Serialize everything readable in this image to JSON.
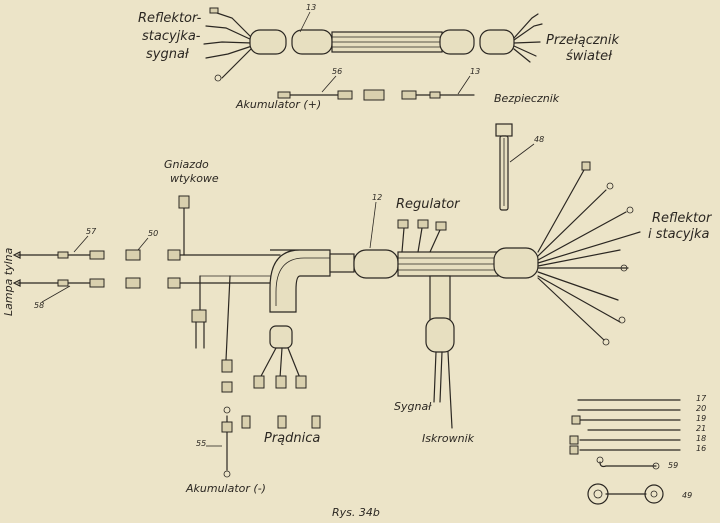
{
  "labels": {
    "reflektor_stacyjka_sygnal": [
      "Reflektor-",
      "stacyjka-",
      "sygnał"
    ],
    "przelacznik_swiatel": [
      "Przełącznik",
      "świateł"
    ],
    "akumulator_plus": "Akumulator (+)",
    "bezpiecznik": "Bezpiecznik",
    "gniazdo_wtykowe": [
      "Gniazdo",
      "wtykowe"
    ],
    "regulator": "Regulator",
    "reflektor_stacyjka": [
      "Reflektor",
      "i stacyjka"
    ],
    "lampa_tylna": "Lampa tylna",
    "pradnica": "Prądnica",
    "sygnal": "Sygnał",
    "iskrownik": "Iskrownik",
    "akumulator_minus": "Akumulator (-)",
    "caption": "Rys. 34b"
  },
  "part_numbers": {
    "p13a": "13",
    "p56": "56",
    "p13b": "13",
    "p48": "48",
    "p12": "12",
    "p57": "57",
    "p50": "50",
    "p58": "58",
    "p55": "55",
    "p17": "17",
    "p20": "20",
    "p19": "19",
    "p21": "21",
    "p18": "18",
    "p16": "16",
    "p59": "59",
    "p49": "49"
  }
}
